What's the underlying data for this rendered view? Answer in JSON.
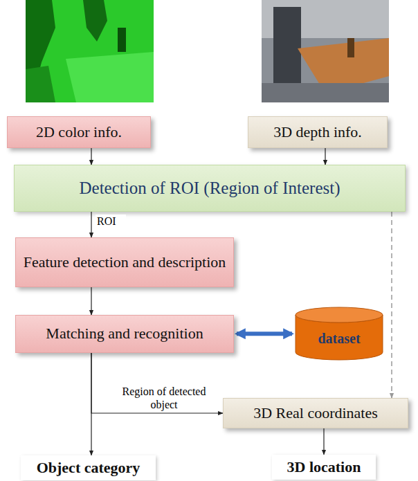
{
  "diagram": {
    "nodes": [
      {
        "text": [
          "2D color info."
        ]
      },
      {
        "text": [
          "3D depth info."
        ]
      },
      {
        "text": [
          "Detection of ROI (Region of Interest)"
        ]
      },
      {
        "text": [
          "Feature detection and description"
        ]
      },
      {
        "text": [
          "Matching and recognition"
        ]
      },
      {
        "text": [
          "dataset"
        ]
      },
      {
        "text": [
          "3D Real coordinates"
        ]
      },
      {
        "text": [
          "Object category"
        ]
      },
      {
        "text": [
          "3D location"
        ]
      }
    ],
    "edges": [
      {
        "from": 0,
        "to": 2,
        "arrow": "to"
      },
      {
        "from": 1,
        "to": 2,
        "arrow": "to"
      },
      {
        "from": 2,
        "to": 3,
        "label": "ROI",
        "arrow": "to"
      },
      {
        "from": 3,
        "to": 4,
        "arrow": "to"
      },
      {
        "from": 4,
        "to": 5,
        "arrow": "both"
      },
      {
        "from": 4,
        "to": 7,
        "arrow": "to"
      },
      {
        "from": 4,
        "to": 6,
        "label": "Region of detected object",
        "arrow": "to"
      },
      {
        "from": 2,
        "to": 6,
        "arrow": "to"
      },
      {
        "from": 6,
        "to": 8,
        "arrow": "to"
      }
    ]
  }
}
